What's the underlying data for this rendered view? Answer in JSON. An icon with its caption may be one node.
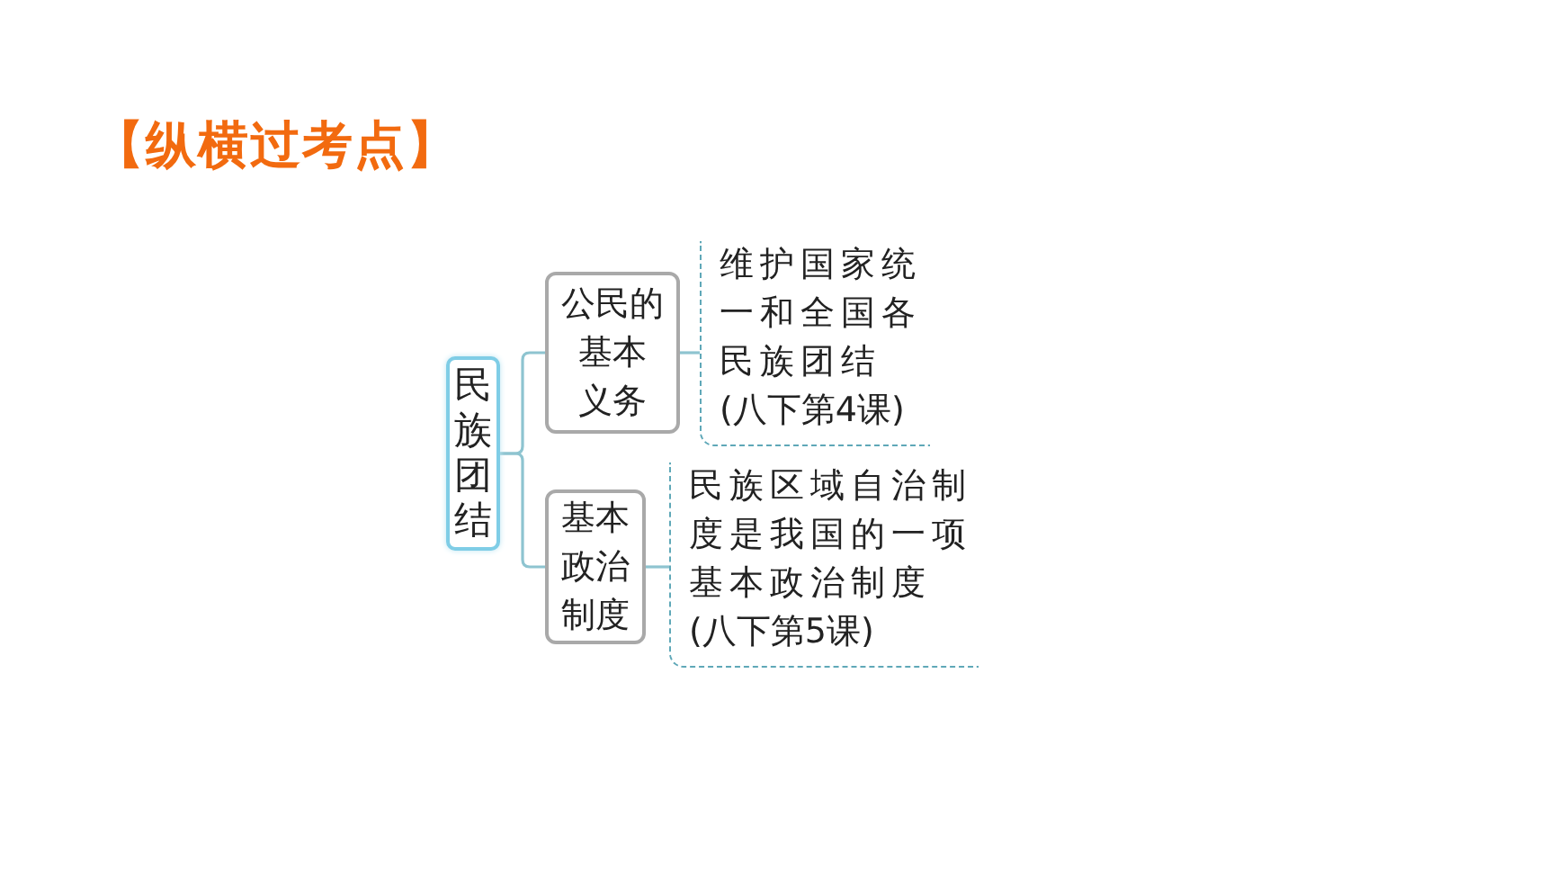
{
  "diagram": {
    "title": "【纵横过考点】",
    "nodes": [
      {
        "text": [
          "民族团结"
        ]
      },
      {
        "text": [
          "公民的基本义务"
        ]
      },
      {
        "text": [
          "维护国家统一和全国各民族团结",
          "(八下第4课)"
        ]
      },
      {
        "text": [
          "基本政治制度"
        ]
      },
      {
        "text": [
          "民族区域自治制度是我国的一项基本政治制度",
          "(八下第5课)"
        ]
      }
    ],
    "edges": [
      {
        "from": 0,
        "to": 1,
        "arrow": "none"
      },
      {
        "from": 0,
        "to": 3,
        "arrow": "none"
      },
      {
        "from": 1,
        "to": 2,
        "arrow": "none"
      },
      {
        "from": 3,
        "to": 4,
        "arrow": "none"
      }
    ]
  }
}
